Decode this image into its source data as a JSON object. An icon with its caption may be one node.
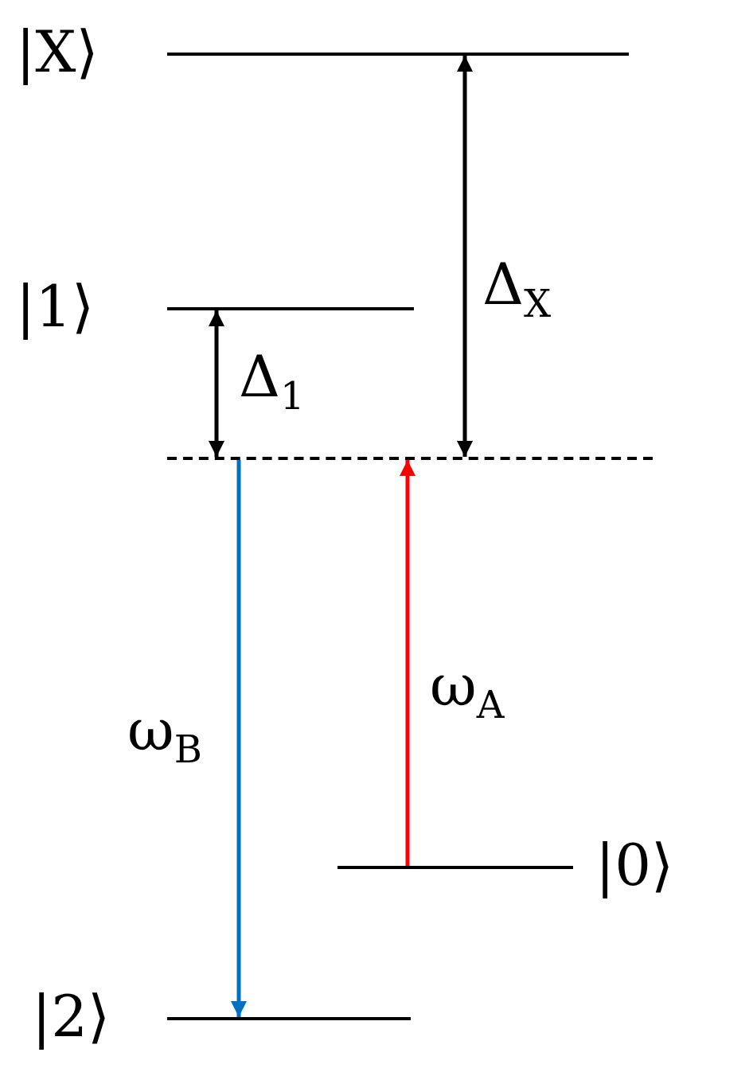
{
  "diagram": {
    "nodes": [
      {
        "text": [],
        "shape": "bar",
        "beside": [
          "|X⟩"
        ]
      },
      {
        "text": [],
        "shape": "bar",
        "beside": [
          "|1⟩"
        ]
      },
      {
        "text": [],
        "shape": "bar"
      },
      {
        "text": [],
        "shape": "bar",
        "beside": [
          "|0⟩"
        ]
      },
      {
        "text": [],
        "shape": "bar",
        "beside": [
          "|2⟩"
        ]
      }
    ],
    "edges": [
      {
        "from": 0,
        "to": 2,
        "arrow": "both",
        "label": "Δ$_{X}$"
      },
      {
        "from": 1,
        "to": 2,
        "arrow": "both",
        "label": "Δ$_{1}$"
      },
      {
        "from": 2,
        "to": 4,
        "arrow": "to",
        "label": "ω$_{B}$",
        "color": "#0070c0"
      },
      {
        "from": 3,
        "to": 2,
        "arrow": "to",
        "label": "ω$_{A}$",
        "color": "#ff0000"
      }
    ]
  }
}
